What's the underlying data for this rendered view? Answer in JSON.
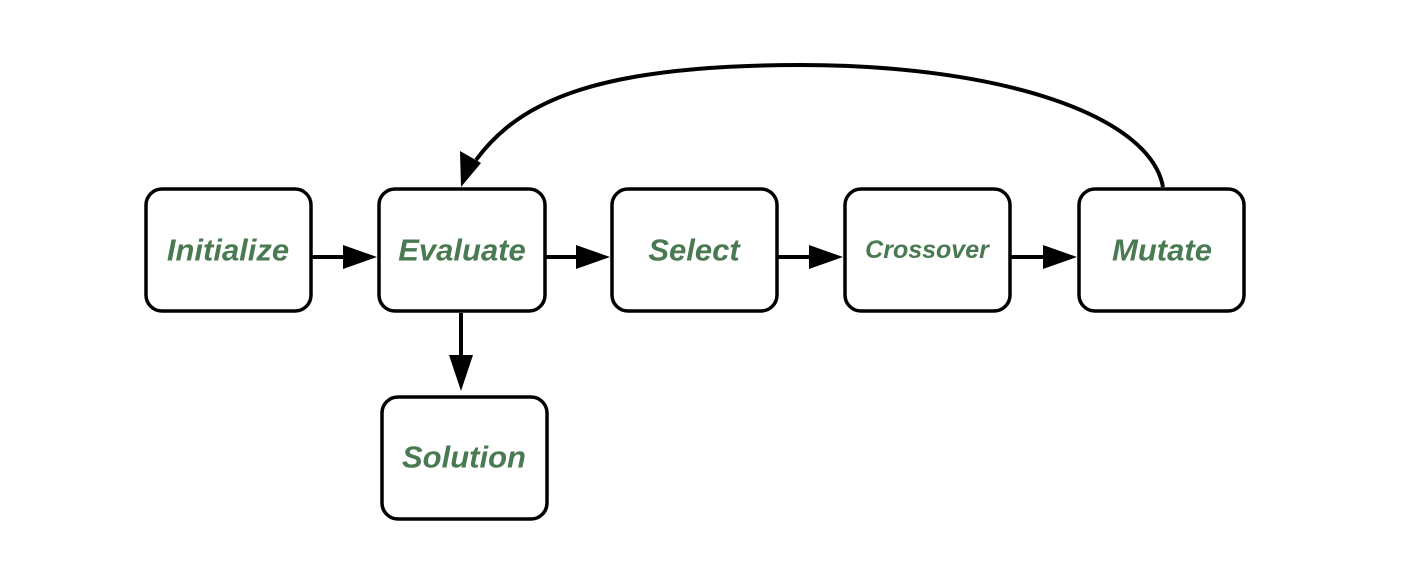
{
  "nodes": {
    "initialize": "Initialize",
    "evaluate": "Evaluate",
    "select": "Select",
    "crossover": "Crossover",
    "mutate": "Mutate",
    "solution": "Solution"
  },
  "colors": {
    "label_text": "#4a7a52",
    "box_stroke": "#000000",
    "box_fill": "#ffffff",
    "arrow": "#000000"
  }
}
